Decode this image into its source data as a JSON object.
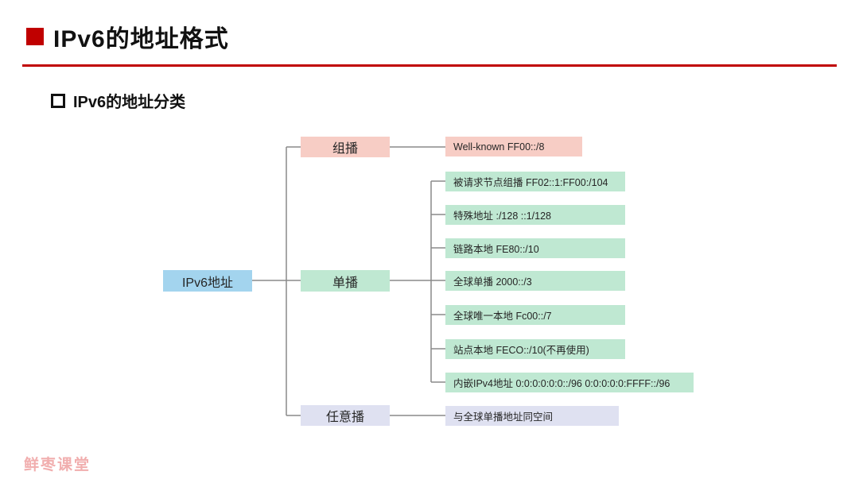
{
  "header": {
    "title": "IPv6的地址格式",
    "subtitle": "IPv6的地址分类"
  },
  "tree": {
    "root": {
      "label": "IPv6地址"
    },
    "branches": [
      {
        "label": "组播",
        "children": [
          {
            "label": "Well-known FF00::/8"
          }
        ]
      },
      {
        "label": "单播",
        "children": [
          {
            "label": "被请求节点组播 FF02::1:FF00:/104"
          },
          {
            "label": "特殊地址 :/128 ::1/128"
          },
          {
            "label": "链路本地 FE80::/10"
          },
          {
            "label": "全球单播 2000::/3"
          },
          {
            "label": "全球唯一本地 Fc00::/7"
          },
          {
            "label": "站点本地 FECO::/10(不再使用)"
          },
          {
            "label": "内嵌IPv4地址 0:0:0:0:0:0::/96 0:0:0:0:0:FFFF::/96"
          }
        ]
      },
      {
        "label": "任意播",
        "children": [
          {
            "label": "与全球单播地址同空间"
          }
        ]
      }
    ]
  },
  "footer": {
    "brand": "鲜枣课堂"
  },
  "colors": {
    "accent_red": "#c00000",
    "root_blue": "#a3d4ee",
    "multicast_pink": "#f7cdc5",
    "unicast_green": "#bfe8d2",
    "anycast_lavender": "#dfe1f1",
    "connector_gray": "#8a8a8a",
    "brand_pink": "#f1aeae"
  }
}
